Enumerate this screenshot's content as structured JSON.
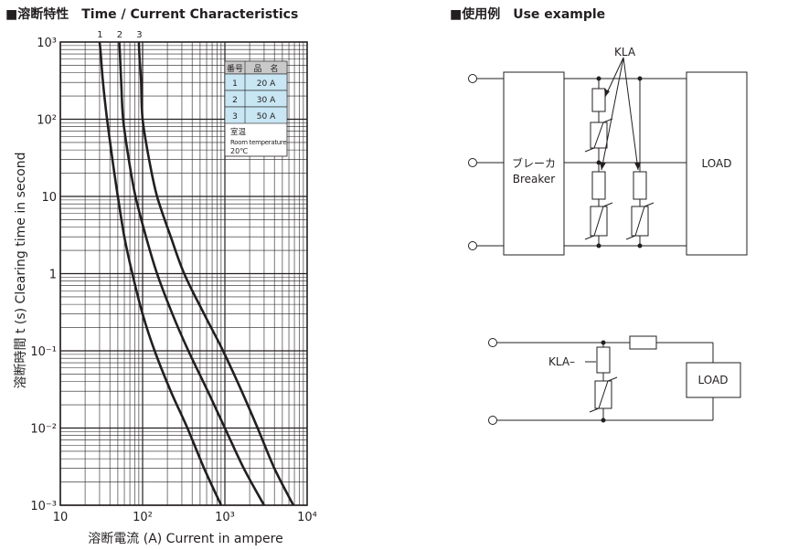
{
  "headers": {
    "left": "■溶断特性　Time / Current Characteristics",
    "right": "■使用例　Use example"
  },
  "chart_data": {
    "type": "line",
    "xscale": "log",
    "yscale": "log",
    "xlim": [
      10,
      10000
    ],
    "ylim": [
      0.001,
      1000
    ],
    "grid": true,
    "xlabel": "溶断電流 (A)  Current in ampere",
    "ylabel": "溶断時間  t (s)   Clearing time in second",
    "x_ticks": [
      {
        "value": 10,
        "label": "10"
      },
      {
        "value": 100,
        "label": "10²"
      },
      {
        "value": 1000,
        "label": "10³"
      },
      {
        "value": 10000,
        "label": "10⁴"
      }
    ],
    "y_ticks": [
      {
        "value": 1000,
        "label": "10³"
      },
      {
        "value": 100,
        "label": "10²"
      },
      {
        "value": 10,
        "label": "10"
      },
      {
        "value": 1,
        "label": "1"
      },
      {
        "value": 0.1,
        "label": "10⁻¹"
      },
      {
        "value": 0.01,
        "label": "10⁻²"
      },
      {
        "value": 0.001,
        "label": "10⁻³"
      }
    ],
    "series": [
      {
        "name": "1",
        "points": [
          [
            30,
            1000
          ],
          [
            31,
            700
          ],
          [
            33,
            300
          ],
          [
            37,
            100
          ],
          [
            43,
            30
          ],
          [
            50,
            10
          ],
          [
            60,
            3
          ],
          [
            75,
            1
          ],
          [
            100,
            0.3
          ],
          [
            140,
            0.1
          ],
          [
            220,
            0.03
          ],
          [
            350,
            0.01
          ],
          [
            560,
            0.003
          ],
          [
            900,
            0.001
          ]
        ]
      },
      {
        "name": "2",
        "points": [
          [
            52,
            1000
          ],
          [
            53,
            700
          ],
          [
            55,
            300
          ],
          [
            58,
            100
          ],
          [
            68,
            30
          ],
          [
            82,
            10
          ],
          [
            110,
            3
          ],
          [
            150,
            1
          ],
          [
            230,
            0.3
          ],
          [
            360,
            0.1
          ],
          [
            620,
            0.03
          ],
          [
            1000,
            0.01
          ],
          [
            1700,
            0.003
          ],
          [
            3000,
            0.001
          ]
        ]
      },
      {
        "name": "3",
        "points": [
          [
            90,
            1000
          ],
          [
            92,
            600
          ],
          [
            96,
            300
          ],
          [
            100,
            100
          ],
          [
            120,
            30
          ],
          [
            150,
            10
          ],
          [
            220,
            3
          ],
          [
            320,
            1
          ],
          [
            560,
            0.3
          ],
          [
            950,
            0.1
          ],
          [
            1600,
            0.03
          ],
          [
            2500,
            0.01
          ],
          [
            4000,
            0.003
          ],
          [
            6800,
            0.001
          ]
        ]
      }
    ],
    "legend": {
      "placement": "top-right",
      "headers": [
        "番号",
        "品　名"
      ],
      "rows": [
        {
          "no": "1",
          "name": "20 A"
        },
        {
          "no": "2",
          "name": "30 A"
        },
        {
          "no": "3",
          "name": "50 A"
        }
      ],
      "note_ja": "室温",
      "note_en": "Room temperature",
      "note_temp": "20℃",
      "header_color": "#c9c9c9",
      "row_color": "#c8e6f3"
    }
  },
  "example": {
    "kla_label": "KLA",
    "kla_label2": "KLA–",
    "breaker_ja": "ブレーカ",
    "breaker_en": "Breaker",
    "load": "LOAD",
    "load2": "LOAD"
  }
}
